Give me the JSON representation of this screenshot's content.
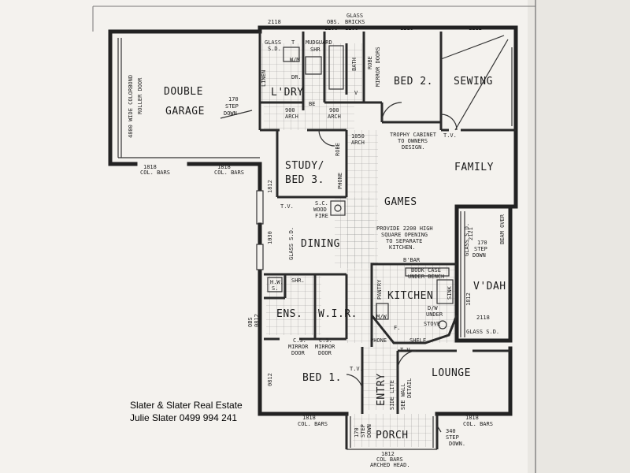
{
  "rooms": {
    "double": "DOUBLE",
    "garage": "GARAGE",
    "ldry": "L'DRY",
    "bed2": "BED 2.",
    "sewing": "SEWING",
    "family": "FAMILY",
    "study": "STUDY/",
    "bed3": "BED 3.",
    "games": "GAMES",
    "dining": "DINING",
    "kitchen": "KITCHEN",
    "vdah": "V'DAH",
    "ens": "ENS.",
    "wir": "W.I.R.",
    "bed1": "BED 1.",
    "entry": "ENTRY",
    "lounge": "LOUNGE",
    "porch": "PORCH"
  },
  "notes": {
    "garage_door_1": "4800 WIDE COLORBOND",
    "garage_door_2": "ROLLER DOOR",
    "step_170_a": "170",
    "step_170_b": "STEP",
    "step_170_c": "DOWN",
    "col_bars_a": "1818",
    "col_bars_b": "COL. BARS",
    "col_bars_c": "1818",
    "col_bars_d": "COL. BARS",
    "dim_2118": "2118",
    "obs": "OBS.",
    "dim_1208": "1208",
    "glass": "GLASS",
    "bricks": "BRICKS",
    "dim_1208b": "1208",
    "dim_1218": "1218",
    "dim_1212": "1212",
    "glass_sd": "GLASS",
    "sd": "S.D.",
    "tub": "T",
    "wm": "W/M",
    "dr": "DR.",
    "mudguard": "MUDGUARD",
    "shr": "SHR",
    "bath": "BATH",
    "robe": "ROBE",
    "mirror_doors": "MIRROR DOORS",
    "linen": "LINEN",
    "v": "V",
    "be": "BE",
    "arch_900a": "900",
    "arch_a": "ARCH",
    "arch_900b": "900",
    "arch_b": "ARCH",
    "arch_1050": "1050",
    "arch_c": "ARCH",
    "trophy_1": "TROPHY CABINET",
    "trophy_2": "TO OWNERS",
    "trophy_3": "DESIGN.",
    "tv": "T.V.",
    "robe2": "ROBE",
    "phone": "PHONE",
    "dim_1812": "1812",
    "tv2": "T.V.",
    "sc_wood": "S.C.",
    "wood": "WOOD",
    "fire": "FIRE",
    "opening_1": "PROVIDE 2200 HIGH",
    "opening_2": "SQUARE OPENING",
    "opening_3": "TO SEPARATE",
    "opening_4": "KITCHEN.",
    "dim_1030": "1030",
    "glass_sd2": "GLASS S.D.",
    "bbar": "B'BAR",
    "bookcase_1": "BOOK CASE",
    "bookcase_2": "UNDER BENCH",
    "pantry": "PANTRY",
    "sink": "SINK",
    "glass_sd3": "GLASS S.D.",
    "step2_a": "170",
    "step2_b": "STEP",
    "step2_c": "DOWN",
    "beam_over": "BEAM OVER",
    "dim_2121": "2121",
    "dim_1812b": "1812",
    "mw": "M/W",
    "f": "F.",
    "dw_1": "D/W",
    "dw_2": "UNDER",
    "stove": "STOVE",
    "dim_2118b": "2118",
    "glass_sd4": "GLASS S.D.",
    "hw": "H.W.",
    "hw_s": "S.",
    "shr2": "SHR.",
    "obs2": "OBS",
    "dim_0812": "0812",
    "cs_1": "C.S.",
    "cs_2": "MIRROR",
    "cs_3": "DOOR",
    "cs_4": "C.S.",
    "cs_5": "MIRROR",
    "cs_6": "DOOR",
    "phone2": "PHONE",
    "shelf": "SHELF",
    "tv3": "T.V.",
    "tv4": "T.V.",
    "dim_0812b": "0812",
    "side_lite": "SIDE LITE",
    "see_wall_1": "SEE WALL",
    "see_wall_2": "DETAIL",
    "dim_1818c": "1818",
    "col_bars_e": "COL. BARS",
    "dim_1818d": "1818",
    "col_bars_f": "COL. BARS",
    "step3_a": "170",
    "step3_b": "STEP",
    "step3_c": "DOWN",
    "step4_a": "340",
    "step4_b": "STEP",
    "step4_c": "DOWN.",
    "dim_1812c": "1812",
    "col_bars_g": "COL BARS",
    "arched_head": "ARCHED HEAD."
  },
  "credit": {
    "agency": "Slater & Slater Real Estate",
    "agent": "Julie Slater 0499 994 241"
  }
}
